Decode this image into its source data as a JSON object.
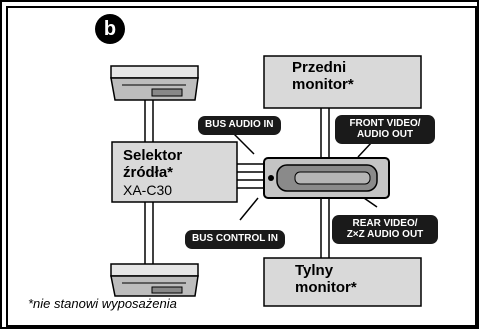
{
  "badge": "b",
  "monitors": {
    "front": "Przedni\nmonitor*",
    "rear": "Tylny\nmonitor*"
  },
  "selector": {
    "title": "Selektor\nźródła*",
    "model": "XA-C30"
  },
  "labels": {
    "bus_audio_in": "BUS AUDIO IN",
    "bus_control_in": "BUS CONTROL IN",
    "front_video": "FRONT VIDEO/\nAUDIO OUT",
    "rear_video": "REAR VIDEO/\nZ×Z AUDIO OUT"
  },
  "footnote": "*nie stanowi wyposażenia",
  "colors": {
    "box_fill": "#d9d9d9",
    "label_fill": "#1a1a1a",
    "line": "#000000"
  }
}
